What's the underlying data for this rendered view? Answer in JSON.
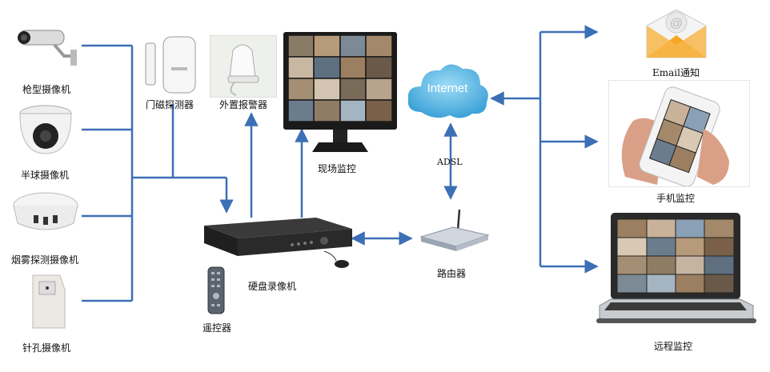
{
  "colors": {
    "line": "#3d6fb5",
    "cloud": "#5cb6e6"
  },
  "devices_left": [
    {
      "label": "枪型摄像机",
      "icon": "bullet-camera-icon"
    },
    {
      "label": "半球摄像机",
      "icon": "dome-camera-icon"
    },
    {
      "label": "烟雾探测摄像机",
      "icon": "smoke-detector-camera-icon"
    },
    {
      "label": "针孔摄像机",
      "icon": "pinhole-camera-icon"
    }
  ],
  "sensors": [
    {
      "label": "门磁探测器",
      "icon": "door-sensor-icon"
    },
    {
      "label": "外置报警器",
      "icon": "alarm-siren-icon"
    }
  ],
  "center": {
    "monitor_label": "现场监控",
    "dvr_label": "硬盘录像机",
    "remote_label": "遥控器"
  },
  "network": {
    "internet_label": "Internet",
    "adsl_label": "ADSL",
    "router_label": "路由器"
  },
  "remote_endpoints": [
    {
      "label": "Email通知",
      "icon": "email-icon"
    },
    {
      "label": "手机监控",
      "icon": "smartphone-icon"
    },
    {
      "label": "远程监控",
      "icon": "laptop-icon"
    }
  ]
}
